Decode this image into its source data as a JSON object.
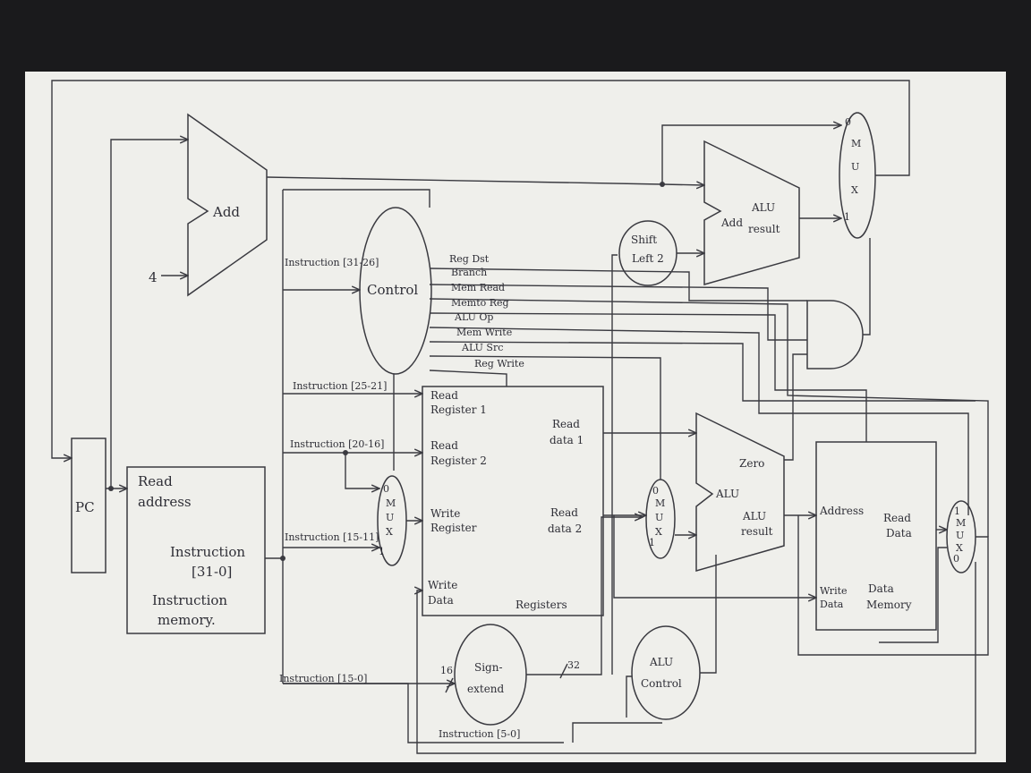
{
  "components": {
    "pc": "PC",
    "adder_top": "Add",
    "four": "4",
    "control": "Control",
    "instr_mem": {
      "read_address_1": "Read",
      "read_address_2": "address",
      "instruction_1": "Instruction",
      "instruction_2": "[31-0]",
      "name_1": "Instruction",
      "name_2": "memory."
    },
    "registers": {
      "read_reg1_1": "Read",
      "read_reg1_2": "Register 1",
      "read_reg2_1": "Read",
      "read_reg2_2": "Register 2",
      "write_reg_1": "Write",
      "write_reg_2": "Register",
      "write_data_1": "Write",
      "write_data_2": "Data",
      "read_data1_1": "Read",
      "read_data1_2": "data 1",
      "read_data2_1": "Read",
      "read_data2_2": "data 2",
      "name": "Registers"
    },
    "sign_extend": {
      "line1": "Sign-",
      "line2": "extend",
      "in_bits": "16",
      "out_bits": "32"
    },
    "shift_left": {
      "line1": "Shift",
      "line2": "Left 2"
    },
    "branch_alu": {
      "add": "Add",
      "alu": "ALU",
      "result": "result"
    },
    "main_alu": {
      "zero": "Zero",
      "alu": "ALU",
      "result_1": "ALU",
      "result_2": "result"
    },
    "alu_control": {
      "line1": "ALU",
      "line2": "Control"
    },
    "data_mem": {
      "address": "Address",
      "read_1": "Read",
      "read_2": "Data",
      "write_1": "Write",
      "write_2": "Data",
      "name_1": "Data",
      "name_2": "Memory"
    },
    "mux": {
      "m": "M",
      "u": "U",
      "x": "X",
      "zero": "0",
      "one": "1"
    }
  },
  "instruction_labels": {
    "op": "Instruction [31-26]",
    "rs": "Instruction [25-21]",
    "rt": "Instruction [20-16]",
    "rd": "Instruction [15-11]",
    "imm": "Instruction [15-0]",
    "funct": "Instruction [5-0]"
  },
  "control_signals": [
    "Reg Dst",
    "Branch",
    "Mem Read",
    "Memto Reg",
    "ALU Op",
    "Mem Write",
    "ALU Src",
    "Reg Write"
  ]
}
